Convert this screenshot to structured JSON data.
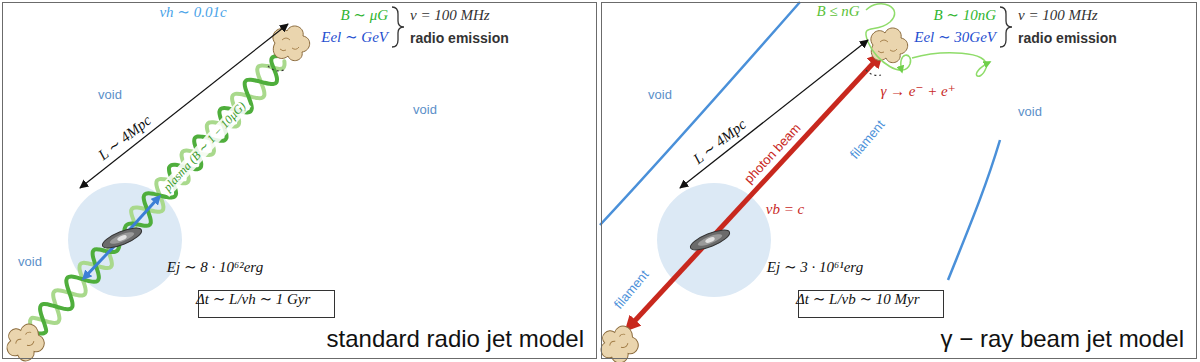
{
  "diagram": {
    "nodes": [
      {
        "text": [
          "standard radio jet model"
        ]
      },
      {
        "text": [
          "Δt ∼ L/vh ∼ 1 Gyr"
        ],
        "in": 0
      },
      {
        "text": [
          "γ − ray beam jet model"
        ]
      },
      {
        "text": [
          "Δt ∼ L/vb ∼ 10 Myr"
        ],
        "in": 2
      }
    ],
    "labels": [
      "vh ∼ 0.01c",
      "L ∼ 4Mpc",
      "B ∼ μG",
      "Eel ∼ GeV",
      "ν = 100 MHz",
      "radio emission",
      "void",
      "void",
      "plasma (B ∼ 1 − 10μG)",
      "void",
      "Ej ∼ 8 · 10⁶²erg",
      "B ≤ nG",
      "L ∼ 4Mpc",
      "B ∼ 10nG",
      "Eel ∼ 30GeV",
      "ν = 100 MHz",
      "radio emission",
      "void",
      "void",
      "filament",
      "filament",
      "γ → e⁻ + e⁺",
      "photon beam",
      "vb = c",
      "Ej ∼ 3 · 10⁶¹erg"
    ]
  }
}
